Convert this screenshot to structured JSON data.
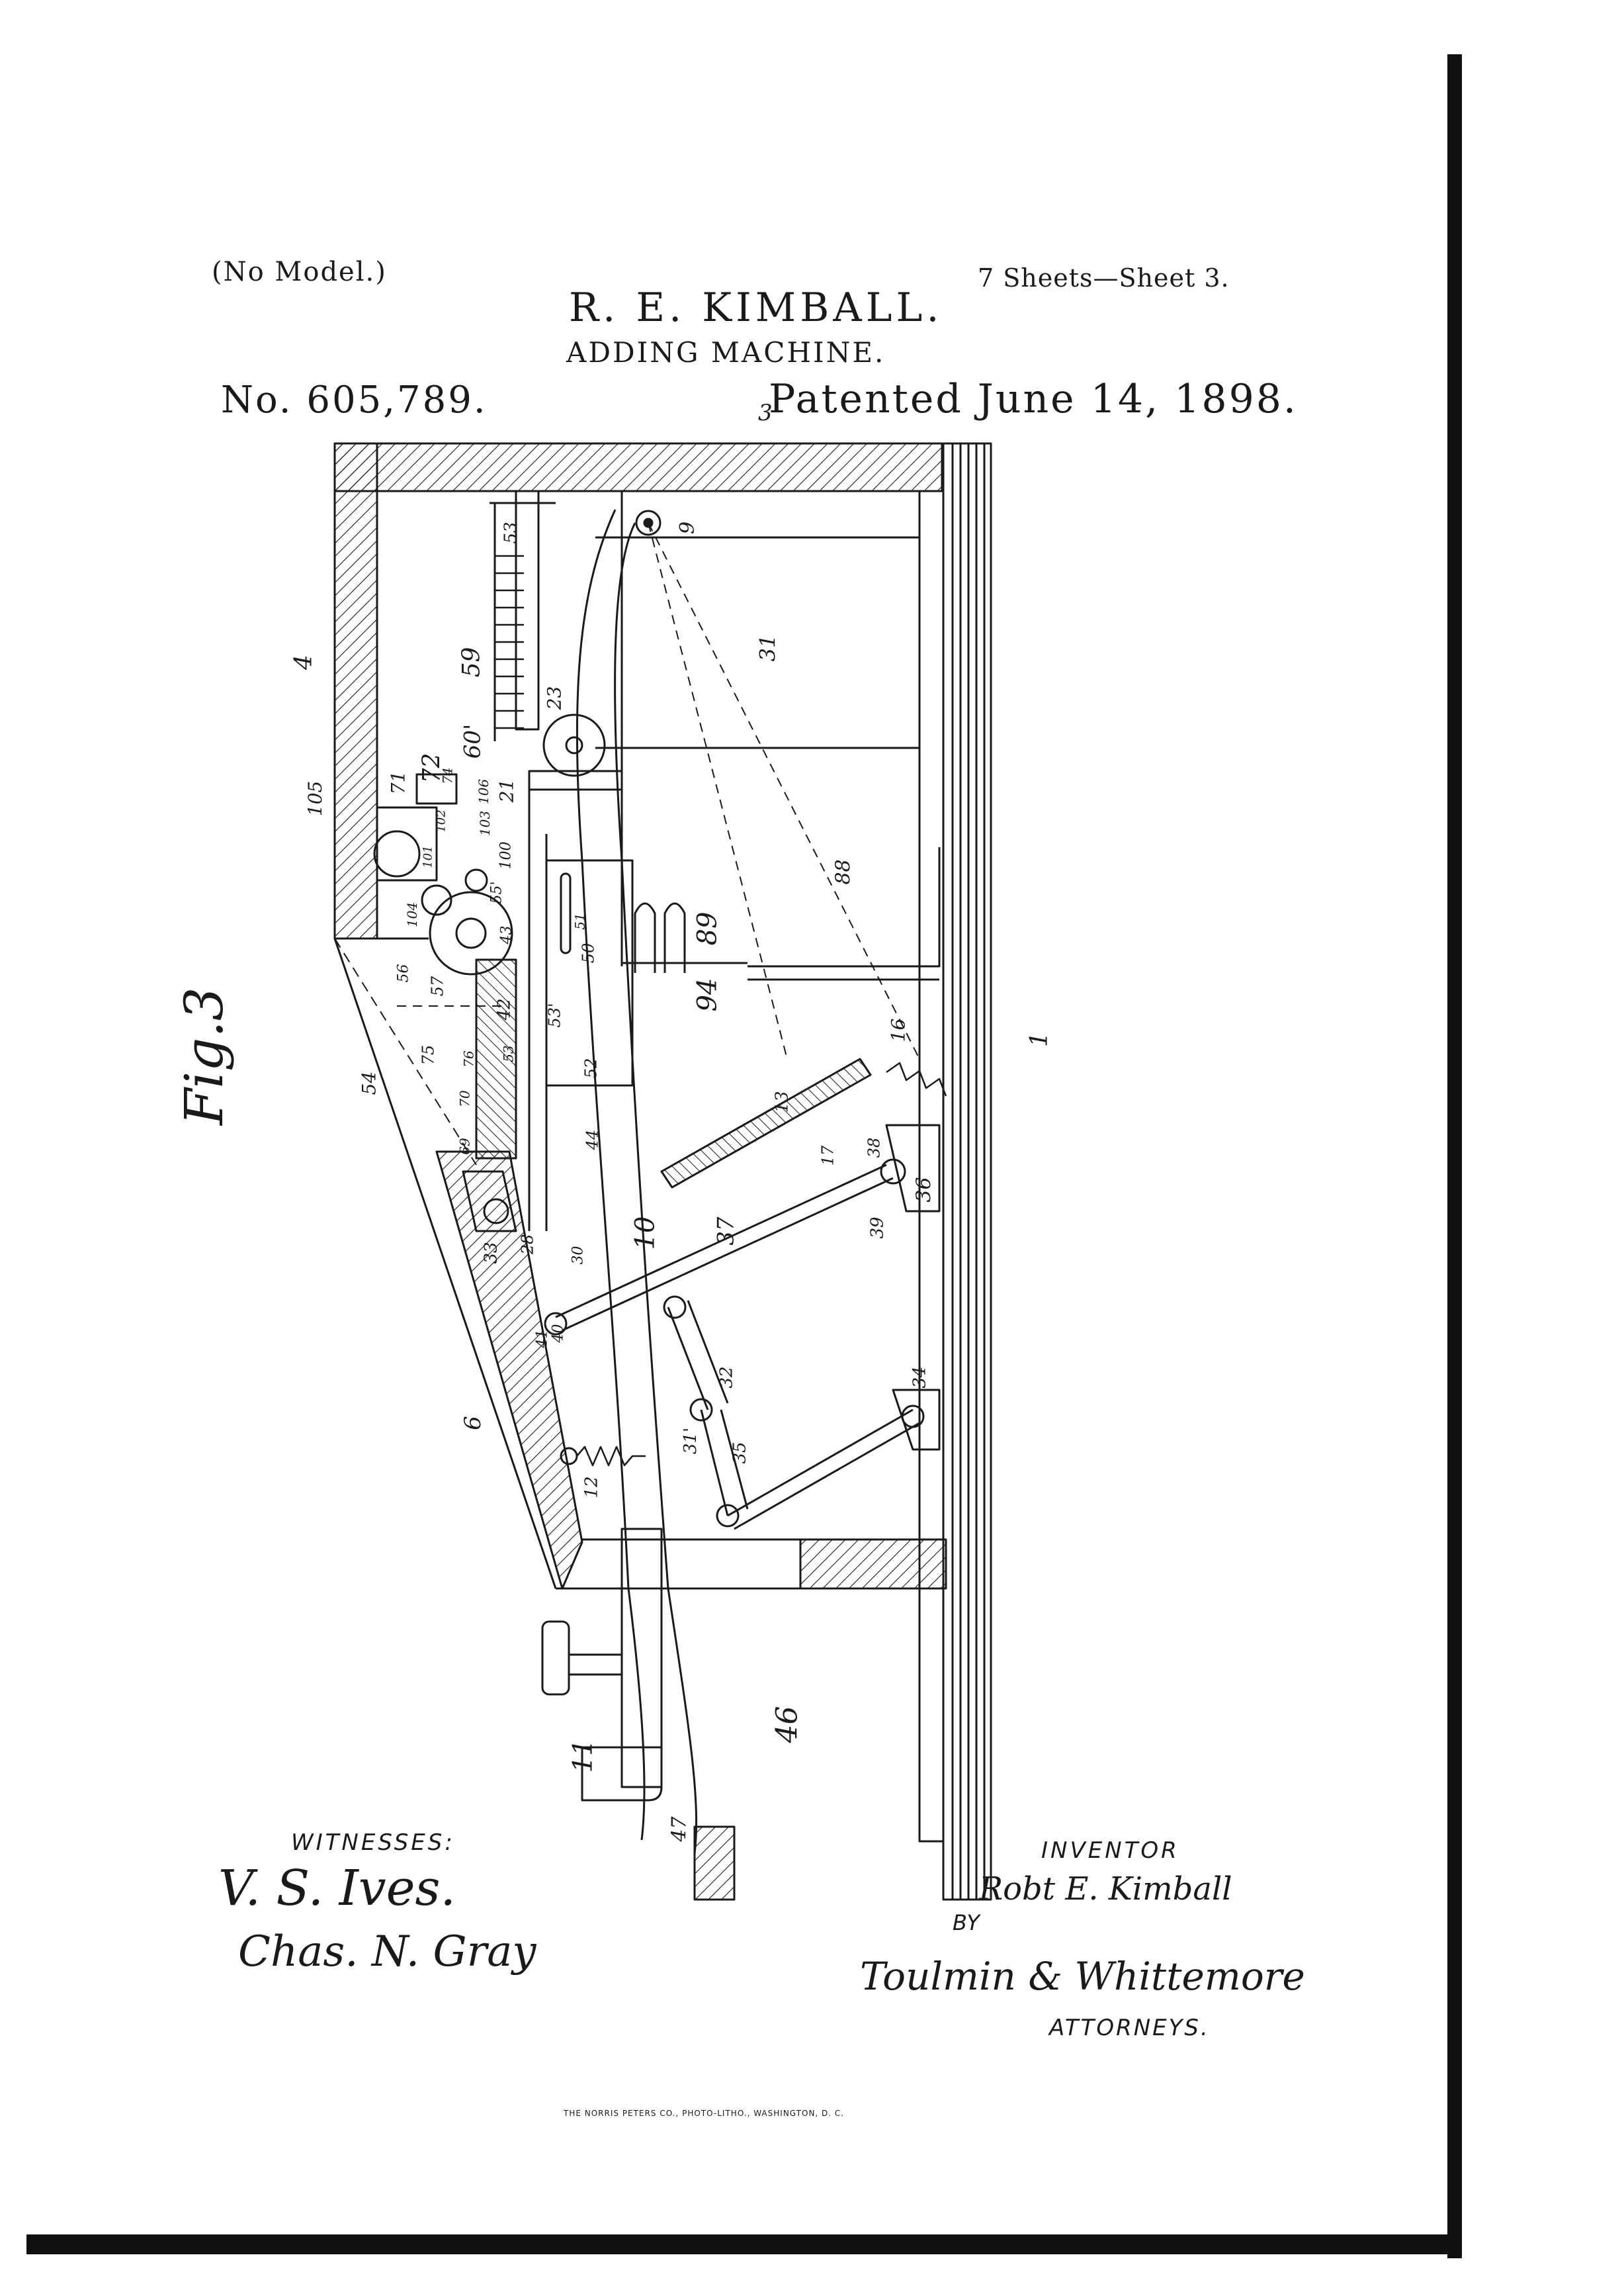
{
  "header": {
    "model_note": "(No Model.)",
    "sheets": "7 Sheets—Sheet 3.",
    "inventor": "R. E. KIMBALL.",
    "title": "ADDING MACHINE.",
    "patent_number": "No. 605,789.",
    "patent_date": "Patented June 14, 1898."
  },
  "figure": {
    "label": "Fig.3",
    "reference_numerals": [
      "3",
      "4",
      "9",
      "31",
      "53",
      "59",
      "60'",
      "23",
      "21",
      "71",
      "72",
      "74",
      "105",
      "106",
      "103",
      "100",
      "101",
      "102",
      "104",
      "55'",
      "56",
      "57",
      "43",
      "42",
      "53'",
      "52",
      "50",
      "51",
      "89",
      "88",
      "94",
      "16",
      "75",
      "76",
      "70",
      "69",
      "53",
      "44",
      "54",
      "13",
      "17",
      "38",
      "36",
      "39",
      "37",
      "10",
      "33",
      "28",
      "30",
      "41",
      "40",
      "32",
      "34",
      "31'",
      "35",
      "6",
      "12",
      "46",
      "11",
      "47",
      "1"
    ]
  },
  "signatures": {
    "witnesses_label": "WITNESSES:",
    "witness_1": "V. S. Ives.",
    "witness_2": "Chas. N. Gray",
    "inventor_label": "INVENTOR",
    "inventor_signature": "Robt E. Kimball",
    "by_label": "BY",
    "attorneys_signature": "Toulmin & Whittemore",
    "attorneys_label": "ATTORNEYS."
  },
  "footer": {
    "printer": "THE NORRIS PETERS CO., PHOTO-LITHO., WASHINGTON, D. C."
  },
  "colors": {
    "ink": "#1a1a1a",
    "paper": "#ffffff",
    "scan_edge": "#111111"
  }
}
